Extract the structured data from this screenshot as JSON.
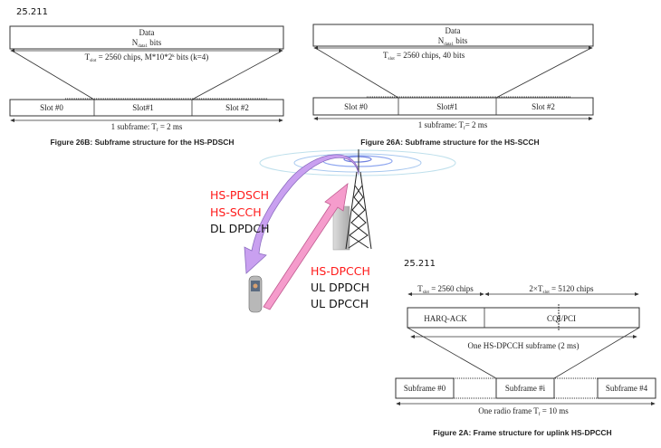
{
  "fig26b": {
    "spec": "25.211",
    "data": "Data",
    "ndata": "N",
    "ndata_sub": "data1",
    "ndata_suffix": " bits",
    "tslot": "T",
    "tslot_sub": "slot",
    "tslot_text": " = 2560 chips, M*10*2",
    "tslot_sup": "k",
    "tslot_end": " bits (k=4)",
    "slots": [
      "Slot #0",
      "Slot#1",
      "Slot #2"
    ],
    "subframe": "1 subframe: T",
    "subframe_sub": "f",
    "subframe_end": " = 2 ms",
    "caption": "Figure 26B: Subframe structure for the HS-PDSCH"
  },
  "fig26a": {
    "data": "Data",
    "ndata": "N",
    "ndata_sub": "data1",
    "ndata_suffix": " bits",
    "tslot": "T",
    "tslot_sub": "slot",
    "tslot_text": " = 2560 chips, 40 bits",
    "slots": [
      "Slot #0",
      "Slot#1",
      "Slot #2"
    ],
    "subframe": "1 subframe: T",
    "subframe_sub": "f",
    "subframe_end": "= 2 ms",
    "caption": "Figure 26A: Subframe structure for the HS-SCCH"
  },
  "fig2a": {
    "spec": "25.211",
    "tslot": "T",
    "tslot_sub": "slot",
    "tslot_text": " = 2560 chips",
    "t2": "2×T",
    "t2_sub": "slot",
    "t2_text": " = 5120 chips",
    "harq": "HARQ-ACK",
    "cqi": "CQI/PCI",
    "subframe": "One HS-DPCCH subframe (2 ms)",
    "subframes": [
      "Subframe #0",
      "Subframe #i",
      "Subframe #4"
    ],
    "radio": "One radio frame T",
    "radio_sub": "f",
    "radio_end": " = 10 ms",
    "caption": "Figure 2A: Frame structure for uplink HS-DPCCH"
  },
  "downlink": [
    "HS-PDSCH",
    "HS-SCCH",
    "DL DPDCH"
  ],
  "uplink": [
    "HS-DPCCH",
    "UL DPDCH",
    "UL DPCCH"
  ],
  "colors": {
    "red": "#ff1a1a",
    "downlink_arrow": "#c9a0f0",
    "uplink_arrow": "#f59ccc"
  }
}
